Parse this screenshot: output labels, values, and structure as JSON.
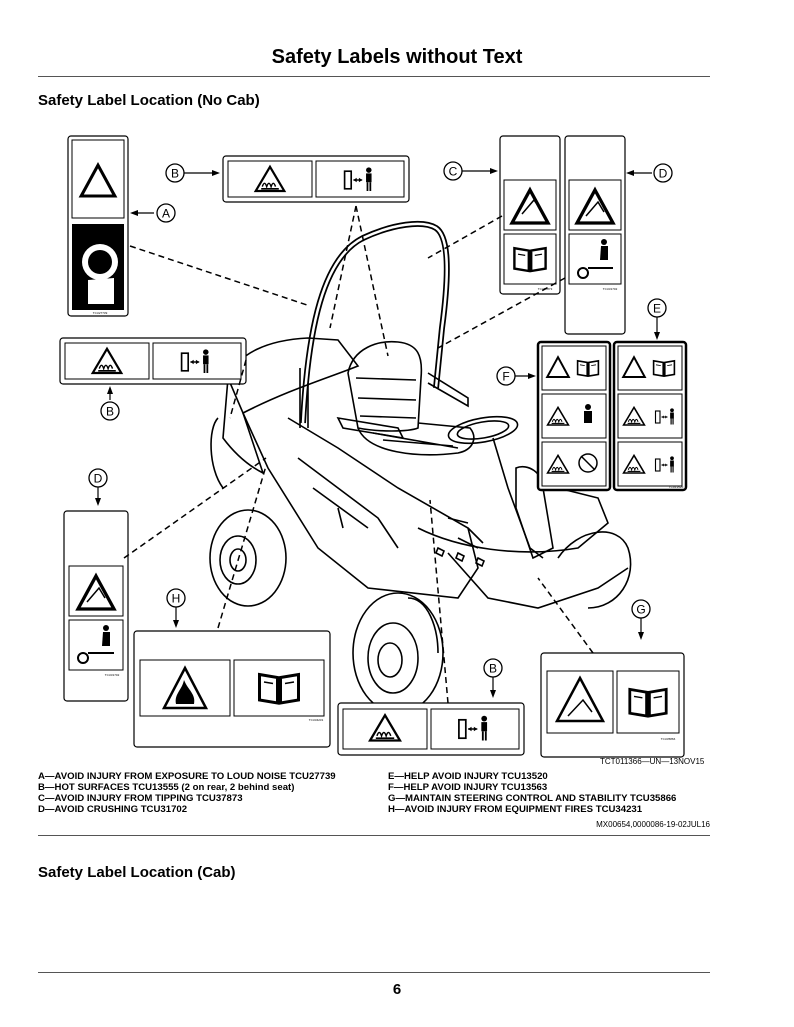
{
  "page_title": "Safety Labels without Text",
  "section_no_cab": "Safety Label Location (No Cab)",
  "section_cab": "Safety Label Location (Cab)",
  "figure_ref": "TCT011366—UN—13NOV15",
  "callouts": {
    "a": "A",
    "b": "B",
    "c": "C",
    "d": "D",
    "e": "E",
    "f": "F",
    "g": "G",
    "h": "H"
  },
  "label_codes": {
    "a": "TCU27739",
    "c": "TCU37873",
    "d_top": "TCU31702",
    "d_left": "TCU31702",
    "h": "TCU34231",
    "g": "TCU35866",
    "e": "TCU13520"
  },
  "legend": {
    "left": [
      "A—AVOID INJURY FROM EXPOSURE TO LOUD NOISE TCU27739",
      "B—HOT SURFACES TCU13555 (2 on rear, 2 behind seat)",
      "C—AVOID INJURY FROM TIPPING TCU37873",
      "D—AVOID CRUSHING TCU31702"
    ],
    "right": [
      "E—HELP AVOID INJURY TCU13520",
      "F—HELP AVOID INJURY TCU13563",
      "G—MAINTAIN STEERING CONTROL AND STABILITY TCU35866",
      "H—AVOID INJURY FROM EQUIPMENT FIRES TCU34231"
    ]
  },
  "doc_ref": "MX00654,0000086-19-02JUL16",
  "page_number": "6"
}
